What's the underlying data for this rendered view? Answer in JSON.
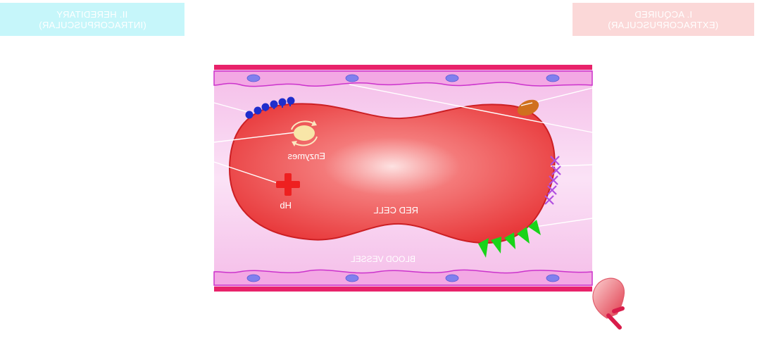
{
  "headers": {
    "hereditary_line1": "II. HEREDITARY",
    "hereditary_line2": "(INTRACORPUSCULAR)",
    "acquired_line1": "I. ACQUIRED",
    "acquired_line2": "(EXTRACORPUSCULAR)"
  },
  "labels": {
    "enzymes": "Enzymes",
    "hb": "Hb",
    "red_cell": "RED CELL",
    "blood_vessel": "BLOOD VESSEL"
  },
  "colors": {
    "vessel_border": "#e8226a",
    "vessel_fill": "#f6c6ec",
    "red_cell": "#e8383a",
    "endothelium_wave": "#cc33cc",
    "nuclei": "#8080ee",
    "antibodies": "#1f2ecc",
    "complement": "#b14fe0",
    "spikes": "#19d419",
    "parasite": "#d0701e",
    "hb_cross": "#ee2020",
    "enzyme_circle": "#f8e6a8"
  },
  "icons": [
    "antibody-icon",
    "enzyme-cycle-icon",
    "hb-cross-icon",
    "parasite-icon",
    "complement-icon",
    "spike-icon",
    "spleen-icon"
  ]
}
